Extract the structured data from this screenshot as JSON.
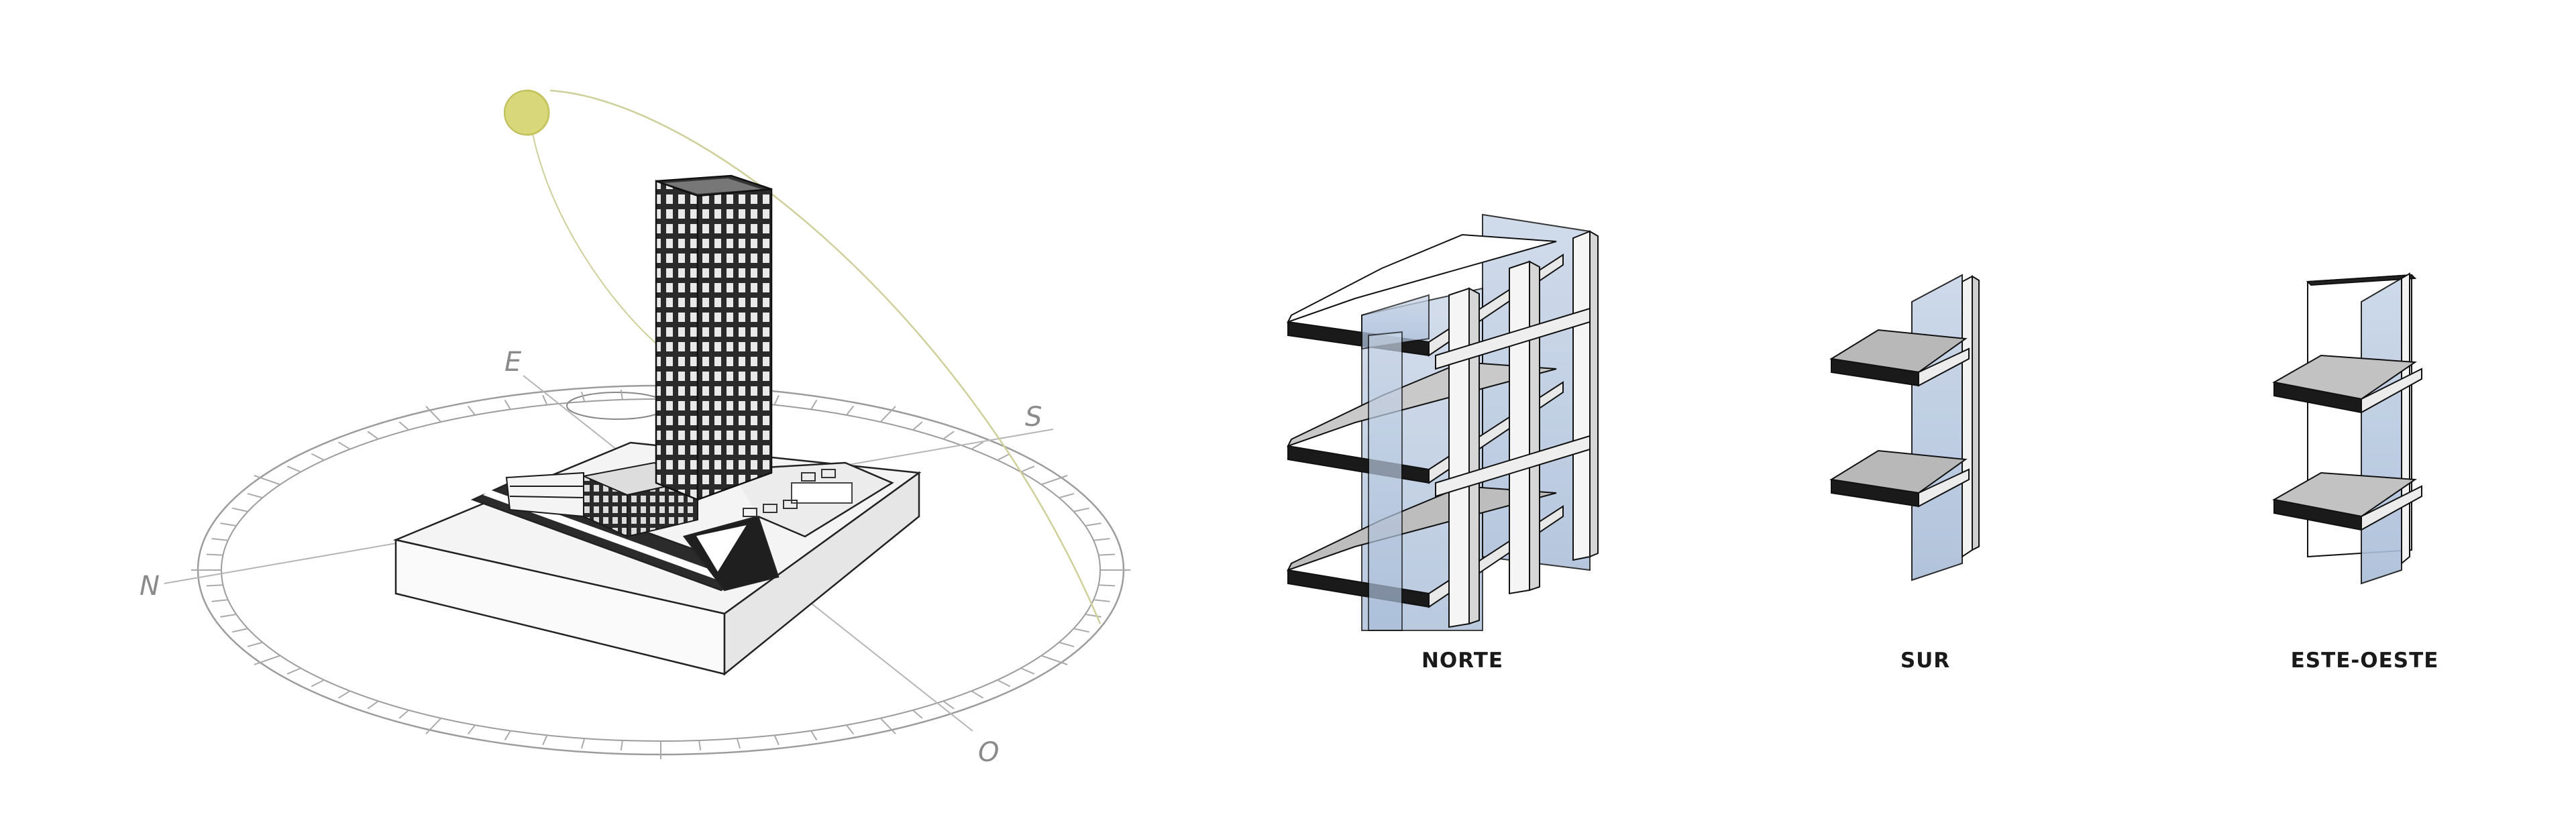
{
  "site_plan": {
    "compass": {
      "north": "N",
      "south": "S",
      "east": "E",
      "west": "O"
    },
    "sun_color": "#d8d77a",
    "sun_path_color": "#cfcf9a"
  },
  "facade_diagrams": [
    {
      "label": "NORTE"
    },
    {
      "label": "SUR"
    },
    {
      "label": "ESTE-OESTE"
    }
  ],
  "colors": {
    "glass": "#b7c8df",
    "glass_edge": "#8ea6c6",
    "slab_dark": "#1c1c1c",
    "concrete": "#f1f1f1",
    "line": "#333333"
  }
}
